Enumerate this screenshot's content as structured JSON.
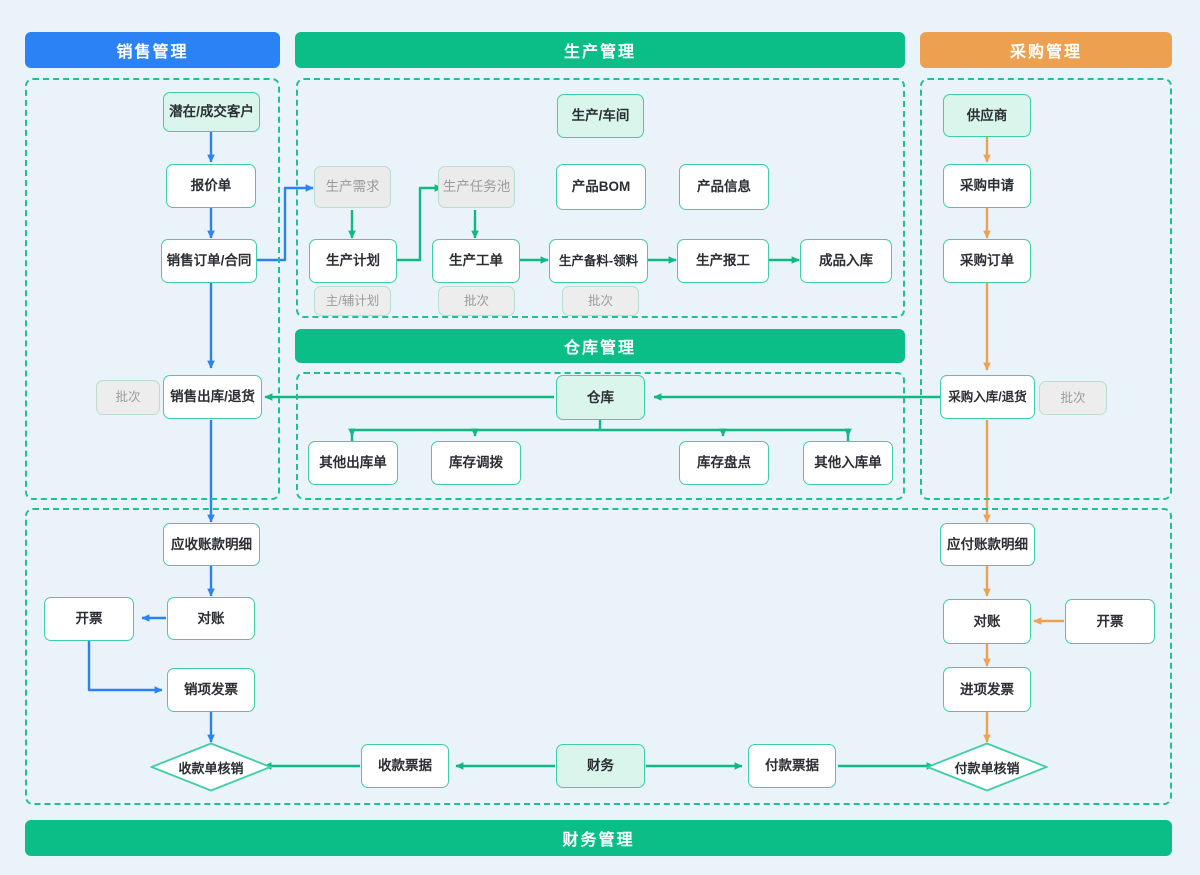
{
  "colors": {
    "background": "#eaf2fa",
    "sales_accent": "#2a82f5",
    "production_accent": "#0bbd87",
    "purchase_accent": "#eda050",
    "finance_accent": "#00b887",
    "node_border": "#3fcfa4",
    "mint_fill": "#d9f5ec",
    "muted_fill": "#ebebeb",
    "muted_text": "#9b9b9b"
  },
  "bands": {
    "sales": "销售管理",
    "production": "生产管理",
    "purchase": "采购管理",
    "warehouse": "仓库管理",
    "finance": "财务管理"
  },
  "sales": {
    "nodes": [
      {
        "key": "customer",
        "label": "潜在/成交客户"
      },
      {
        "key": "quotation",
        "label": "报价单"
      },
      {
        "key": "order",
        "label": "销售订单/合同"
      },
      {
        "key": "outbound",
        "label": "销售出库/退货"
      },
      {
        "key": "batch",
        "label": "批次"
      }
    ]
  },
  "production": {
    "nodes": [
      {
        "key": "workshop",
        "label": "生产/车间"
      },
      {
        "key": "demand",
        "label": "生产需求"
      },
      {
        "key": "task_pool",
        "label": "生产任务池"
      },
      {
        "key": "bom",
        "label": "产品BOM"
      },
      {
        "key": "product_info",
        "label": "产品信息"
      },
      {
        "key": "plan",
        "label": "生产计划"
      },
      {
        "key": "work_order",
        "label": "生产工单"
      },
      {
        "key": "picking",
        "label": "生产备料-领料"
      },
      {
        "key": "report",
        "label": "生产报工"
      },
      {
        "key": "finished_in",
        "label": "成品入库"
      },
      {
        "key": "plan_tag",
        "label": "主/辅计划"
      },
      {
        "key": "wo_tag",
        "label": "批次"
      },
      {
        "key": "pick_tag",
        "label": "批次"
      }
    ]
  },
  "purchase": {
    "nodes": [
      {
        "key": "supplier",
        "label": "供应商"
      },
      {
        "key": "requisition",
        "label": "采购申请"
      },
      {
        "key": "po",
        "label": "采购订单"
      },
      {
        "key": "inbound",
        "label": "采购入库/退货"
      },
      {
        "key": "batch",
        "label": "批次"
      }
    ]
  },
  "warehouse": {
    "nodes": [
      {
        "key": "warehouse",
        "label": "仓库"
      },
      {
        "key": "other_out",
        "label": "其他出库单"
      },
      {
        "key": "transfer",
        "label": "库存调拨"
      },
      {
        "key": "stocktake",
        "label": "库存盘点"
      },
      {
        "key": "other_in",
        "label": "其他入库单"
      }
    ]
  },
  "finance": {
    "nodes": [
      {
        "key": "ar_detail",
        "label": "应收账款明细"
      },
      {
        "key": "ar_recon",
        "label": "对账"
      },
      {
        "key": "ar_invoice_btn",
        "label": "开票"
      },
      {
        "key": "output_invoice",
        "label": "销项发票"
      },
      {
        "key": "receipt_doc",
        "label": "收款票据"
      },
      {
        "key": "finance_hub",
        "label": "财务"
      },
      {
        "key": "payment_doc",
        "label": "付款票据"
      },
      {
        "key": "ap_detail",
        "label": "应付账款明细"
      },
      {
        "key": "ap_recon",
        "label": "对账"
      },
      {
        "key": "ap_invoice_btn",
        "label": "开票"
      },
      {
        "key": "input_invoice",
        "label": "进项发票"
      }
    ],
    "diamonds": [
      {
        "key": "receipt_clear",
        "label": "收款单核销"
      },
      {
        "key": "payment_clear",
        "label": "付款单核销"
      }
    ]
  }
}
